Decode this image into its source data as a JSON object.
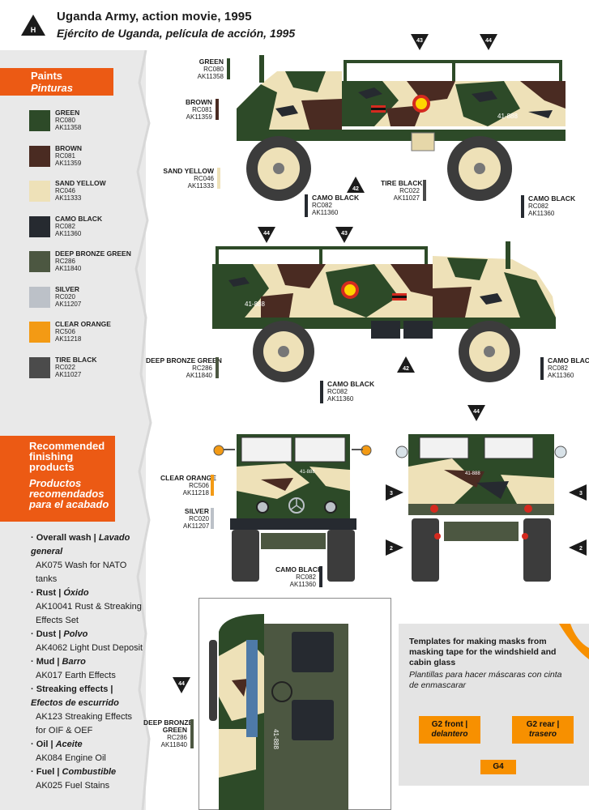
{
  "header": {
    "badge": "H",
    "title": "Uganda Army, action movie, 1995",
    "subtitle": "Ejército de Uganda, película de acción, 1995"
  },
  "paints": {
    "title_en": "Paints",
    "title_es": "Pinturas",
    "items": [
      {
        "name": "GREEN",
        "rc": "RC080",
        "ak": "AK11358",
        "color": "#2d4a28"
      },
      {
        "name": "BROWN",
        "rc": "RC081",
        "ak": "AK11359",
        "color": "#4a2b22"
      },
      {
        "name": "SAND YELLOW",
        "rc": "RC046",
        "ak": "AK11333",
        "color": "#eee1b8"
      },
      {
        "name": "CAMO BLACK",
        "rc": "RC082",
        "ak": "AK11360",
        "color": "#262a30"
      },
      {
        "name": "DEEP BRONZE GREEN",
        "rc": "RC286",
        "ak": "AK11840",
        "color": "#4c5741"
      },
      {
        "name": "SILVER",
        "rc": "RC020",
        "ak": "AK11207",
        "color": "#bcc1c8"
      },
      {
        "name": "CLEAR ORANGE",
        "rc": "RC506",
        "ak": "AK11218",
        "color": "#f39a14"
      },
      {
        "name": "TIRE BLACK",
        "rc": "RC022",
        "ak": "AK11027",
        "color": "#4b4b4b"
      }
    ]
  },
  "finishing": {
    "title_en": "Recommended finishing products",
    "title_es": "Productos recomendados para el acabado",
    "items": [
      {
        "label": "Overall wash |",
        "label_es": "Lavado general",
        "value": "AK075 Wash for NATO tanks"
      },
      {
        "label": "Rust |",
        "label_es": "Óxido",
        "value": "AK10041 Rust & Streaking Effects Set"
      },
      {
        "label": "Dust |",
        "label_es": "Polvo",
        "value": "AK4062 Light Dust Deposit"
      },
      {
        "label": "Mud |",
        "label_es": "Barro",
        "value": "AK017 Earth Effects"
      },
      {
        "label": "Streaking effects |",
        "label_es": "Efectos de escurrido",
        "value": "AK123 Streaking Effects for OIF & OEF"
      },
      {
        "label": "Oil |",
        "label_es": "Aceite",
        "value": "AK084 Engine Oil"
      },
      {
        "label": "Fuel |",
        "label_es": "Combustible",
        "value": "AK025 Fuel Stains"
      }
    ]
  },
  "callouts": {
    "green_top": {
      "name": "GREEN",
      "rc": "RC080",
      "ak": "AK11358"
    },
    "brown_top": {
      "name": "BROWN",
      "rc": "RC081",
      "ak": "AK11359"
    },
    "sand_top": {
      "name": "SAND YELLOW",
      "rc": "RC046",
      "ak": "AK11333"
    },
    "camo_top": {
      "name": "CAMO BLACK",
      "rc": "RC082",
      "ak": "AK11360"
    },
    "tire_top": {
      "name": "TIRE BLACK",
      "rc": "RC022",
      "ak": "AK11027"
    },
    "camo_top_r": {
      "name": "CAMO BLACK",
      "rc": "RC082",
      "ak": "AK11360"
    },
    "dbg_mid": {
      "name": "DEEP BRONZE GREEN",
      "rc": "RC286",
      "ak": "AK11840"
    },
    "camo_mid": {
      "name": "CAMO BLACK",
      "rc": "RC082",
      "ak": "AK11360"
    },
    "camo_mid_r": {
      "name": "CAMO BLACK",
      "rc": "RC082",
      "ak": "AK11360"
    },
    "orange_front": {
      "name": "CLEAR ORANGE",
      "rc": "RC506",
      "ak": "AK11218"
    },
    "silver_front": {
      "name": "SILVER",
      "rc": "RC020",
      "ak": "AK11207"
    },
    "camo_front": {
      "name": "CAMO BLACK",
      "rc": "RC082",
      "ak": "AK11360"
    },
    "dbg_top": {
      "name1": "DEEP BRONZE",
      "name2": "GREEN",
      "rc": "RC286",
      "ak": "AK11840"
    }
  },
  "markers": {
    "m43a": "43",
    "m44a": "44",
    "m42a": "42",
    "m44b": "44",
    "m43b": "43",
    "m42b": "42",
    "m44c": "44",
    "m3a": "3",
    "m3b": "3",
    "m2a": "2",
    "m2b": "2",
    "m44d": "44"
  },
  "plates": {
    "side": "41-888",
    "side2": "41-888",
    "front": "41-888",
    "rear": "41-888",
    "top": "41-888"
  },
  "templates": {
    "text_en": "Templates for making masks from masking tape for the windshield and cabin glass",
    "text_es": "Plantillas para hacer máscaras con cinta de enmascarar",
    "g2_front": "G2 front |",
    "g2_front_es": "delantero",
    "g2_rear": "G2 rear |",
    "g2_rear_es": "trasero",
    "g4": "G4"
  },
  "colors": {
    "accent": "#ec5a14",
    "camo_green": "#2d4a28",
    "camo_brown": "#4a2b22",
    "camo_sand": "#eee1b8",
    "camo_black": "#262a30"
  }
}
